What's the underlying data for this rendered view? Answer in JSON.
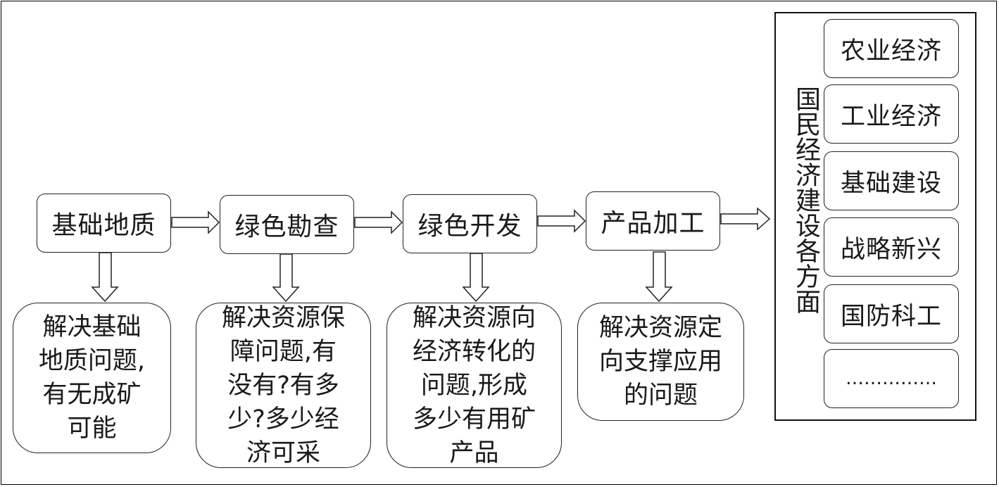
{
  "stages": [
    "基础地质",
    "绿色勘查",
    "绿色开发",
    "产品加工"
  ],
  "notes": [
    [
      "解决基础",
      "地质问题,",
      "有无成矿",
      "可能"
    ],
    [
      "解决资源保",
      "障问题,有",
      "没有?有多",
      "少?多少经",
      "济可采"
    ],
    [
      "解决资源向",
      "经济转化的",
      "问题,形成",
      "多少有用矿",
      "产品"
    ],
    [
      "解决资源定",
      "向支撑应用",
      "的问题"
    ]
  ],
  "panel": {
    "title": "国民经济建设各方面",
    "sectors": [
      "农业经济",
      "工业经济",
      "基础建设",
      "战略新兴",
      "国防科工",
      "……………"
    ]
  }
}
